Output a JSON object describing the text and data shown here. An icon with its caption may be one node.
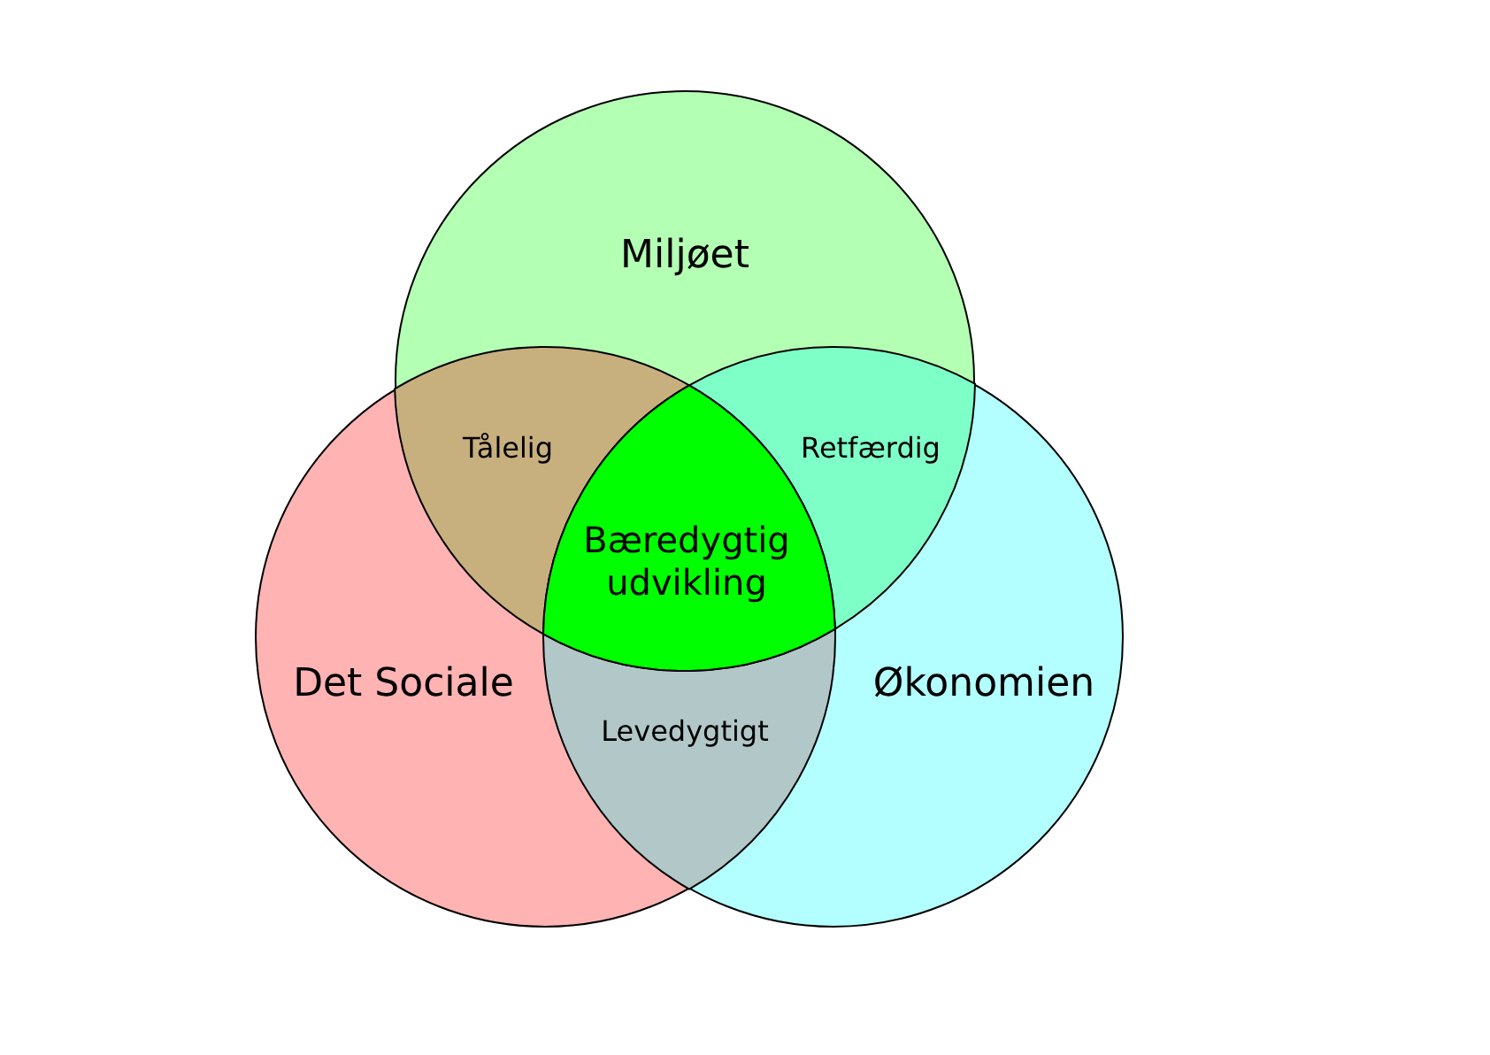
{
  "diagram": {
    "nodes": [
      {
        "text": [
          "Miljøet"
        ]
      },
      {
        "text": [
          "Det Sociale"
        ]
      },
      {
        "text": [
          "Økonomien"
        ]
      },
      {
        "text": [
          "Tålelig"
        ]
      },
      {
        "text": [
          "Retfærdig"
        ]
      },
      {
        "text": [
          "Bæredygtig udvikling"
        ]
      },
      {
        "text": [
          "Levedygtigt"
        ]
      }
    ]
  }
}
